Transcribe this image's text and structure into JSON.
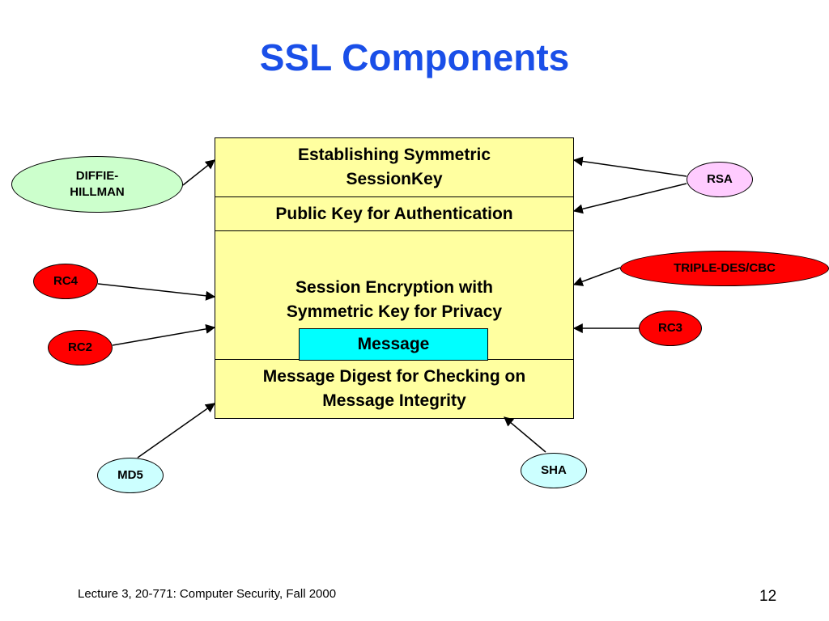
{
  "title": "SSL Components",
  "layers": [
    {
      "label": "Establishing Symmetric\nSessionKey"
    },
    {
      "label": "Public Key for Authentication"
    },
    {
      "label": "Session Encryption with\nSymmetric Key for Privacy"
    },
    {
      "label": "Message Digest for Checking on\nMessage Integrity"
    }
  ],
  "message_label": "Message",
  "nodes": {
    "diffie": "DIFFIE-\nHILLMAN",
    "rsa": "RSA",
    "tripledes": "TRIPLE-DES/CBC",
    "rc4": "RC4",
    "rc3": "RC3",
    "rc2": "RC2",
    "md5": "MD5",
    "sha": "SHA"
  },
  "footer": "Lecture 3, 20-771: Computer Security,  Fall 2000",
  "page_number": "12",
  "colors": {
    "title": "#1a4fe8",
    "layer_fill": "#ffffa0",
    "message_fill": "#00ffff",
    "green_node": "#ccffcc",
    "pink_node": "#ffccff",
    "red_node": "#ff0000",
    "cyan_node": "#ccffff"
  }
}
